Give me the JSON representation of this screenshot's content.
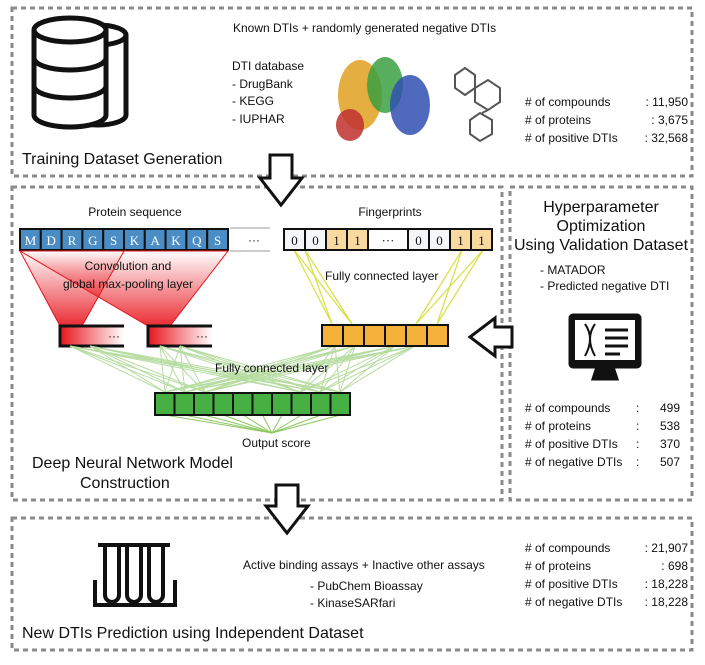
{
  "training": {
    "title": "Training Dataset Generation",
    "header": "Known DTIs + randomly generated negative DTIs",
    "db_title": "DTI database",
    "dbs": [
      "- DrugBank",
      "- KEGG",
      "- IUPHAR"
    ],
    "stats": [
      {
        "label": "# of compounds",
        "value": ": 11,950"
      },
      {
        "label": "# of proteins",
        "value": ":  3,675"
      },
      {
        "label": "# of positive DTIs",
        "value": ": 32,568"
      }
    ]
  },
  "dnn": {
    "title_line1": "Deep Neural Network Model",
    "title_line2": "Construction",
    "protein_title": "Protein sequence",
    "sequence": [
      "M",
      "D",
      "R",
      "G",
      "S",
      "K",
      "A",
      "K",
      "Q",
      "S"
    ],
    "ellipsis": "···",
    "fingerprint_title": "Fingerprints",
    "fingerprint": [
      "0",
      "0",
      "1",
      "1",
      "···",
      "0",
      "0",
      "1",
      "1"
    ],
    "conv_line1": "Convolution and",
    "conv_line2": "global max-pooling layer",
    "fc_fp": "Fully connected layer",
    "fc": "Fully connected layer",
    "output": "Output score",
    "colors": {
      "protein": "#4a8cc4",
      "fp_one": "#f9d9a0",
      "fp_layer": "#f4b23a",
      "dense": "#46b043",
      "conv": "#e8141c"
    }
  },
  "hyper": {
    "line1": "Hyperparameter",
    "line2": "Optimization",
    "line3": "Using Validation Dataset",
    "items": [
      "- MATADOR",
      "- Predicted negative DTI"
    ],
    "stats": [
      {
        "label": "# of compounds",
        "value": "499"
      },
      {
        "label": "# of proteins",
        "value": "538"
      },
      {
        "label": "# of positive DTIs",
        "value": "370"
      },
      {
        "label": "# of negative DTIs",
        "value": "507"
      }
    ]
  },
  "prediction": {
    "title": "New DTIs Prediction using Independent Dataset",
    "header": "Active binding assays + Inactive other assays",
    "items": [
      "- PubChem Bioassay",
      "- KinaseSARfari"
    ],
    "stats": [
      {
        "label": "# of compounds",
        "value": ": 21,907"
      },
      {
        "label": "# of proteins",
        "value": ":     698"
      },
      {
        "label": "# of positive DTIs",
        "value": ": 18,228"
      },
      {
        "label": "# of negative DTIs",
        "value": ": 18,228"
      }
    ]
  }
}
